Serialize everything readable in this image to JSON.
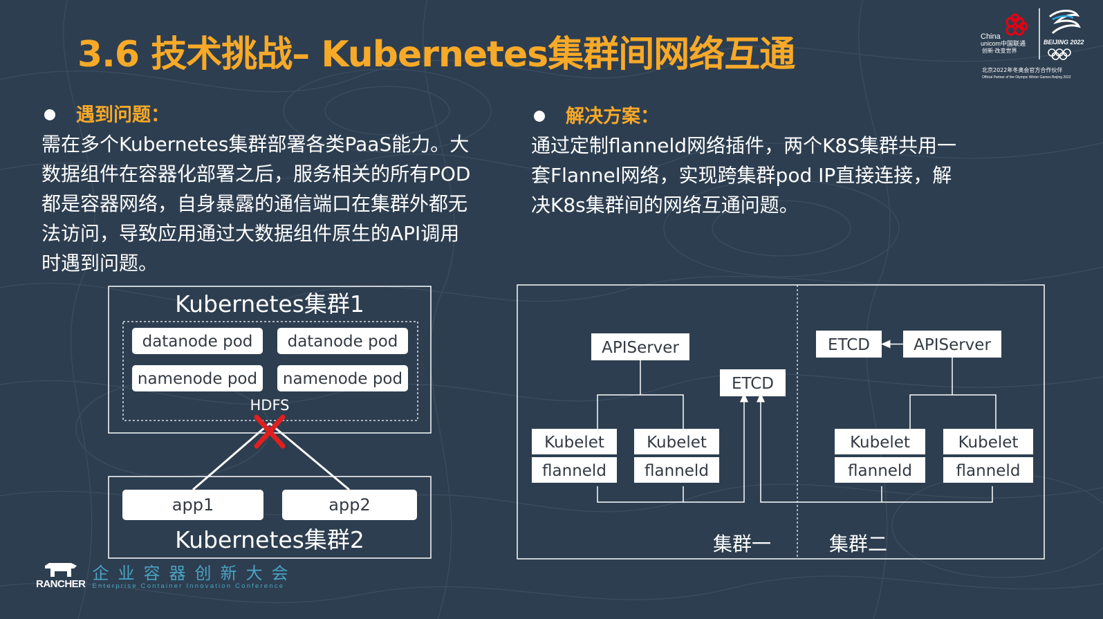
{
  "title": "3.6 技术挑战– Kubernetes集群间网络互通",
  "logo": {
    "unicom_en1": "China",
    "unicom_en2": "unicom中国联通",
    "unicom_slogan": "创新·改变世界",
    "beijing_text": "BEIJING 2022",
    "partner_text": "北京2022年冬奥会官方合作伙伴",
    "partner_en": "Official Partner of the Olympic Winter Games Beijing 2022",
    "accent_color": "#e60012"
  },
  "left": {
    "label": "遇到问题：",
    "lines": [
      "需在多个Kubernetes集群部署各类PaaS能力。大",
      "数据组件在容器化部署之后，服务相关的所有POD",
      "都是容器网络，自身暴露的通信端口在集群外都无",
      "法访问，导致应用通过大数据组件原生的API调用",
      "时遇到问题。"
    ]
  },
  "right": {
    "label": "解决方案：",
    "lines": [
      "通过定制flanneld网络插件，两个K8S集群共用一",
      "套Flannel网络，实现跨集群pod IP直接连接，解",
      "决K8s集群间的网络互通问题。"
    ]
  },
  "diagram_left": {
    "cluster1_title": "Kubernetes集群1",
    "pods": [
      "datanode pod",
      "datanode pod",
      "namenode pod",
      "namenode pod"
    ],
    "hdfs_label": "HDFS",
    "apps": [
      "app1",
      "app2"
    ],
    "cluster2_title": "Kubernetes集群2",
    "blocked_icon": "red-x-icon"
  },
  "diagram_right": {
    "apiserver1": "APIServer",
    "etcd1": "ETCD",
    "kubelets1": [
      "Kubelet",
      "Kubelet"
    ],
    "flanneld1": [
      "flanneld",
      "flanneld"
    ],
    "etcd2": "ETCD",
    "apiserver2": "APIServer",
    "kubelets2": [
      "Kubelet",
      "Kubelet"
    ],
    "flanneld2": [
      "flanneld",
      "flanneld"
    ],
    "cluster1_label": "集群一",
    "cluster2_label": "集群二"
  },
  "footer": {
    "brand": "RANCHER",
    "cn": "企业容器创新大会",
    "en": "Enterprise Container Innovation Conference"
  }
}
